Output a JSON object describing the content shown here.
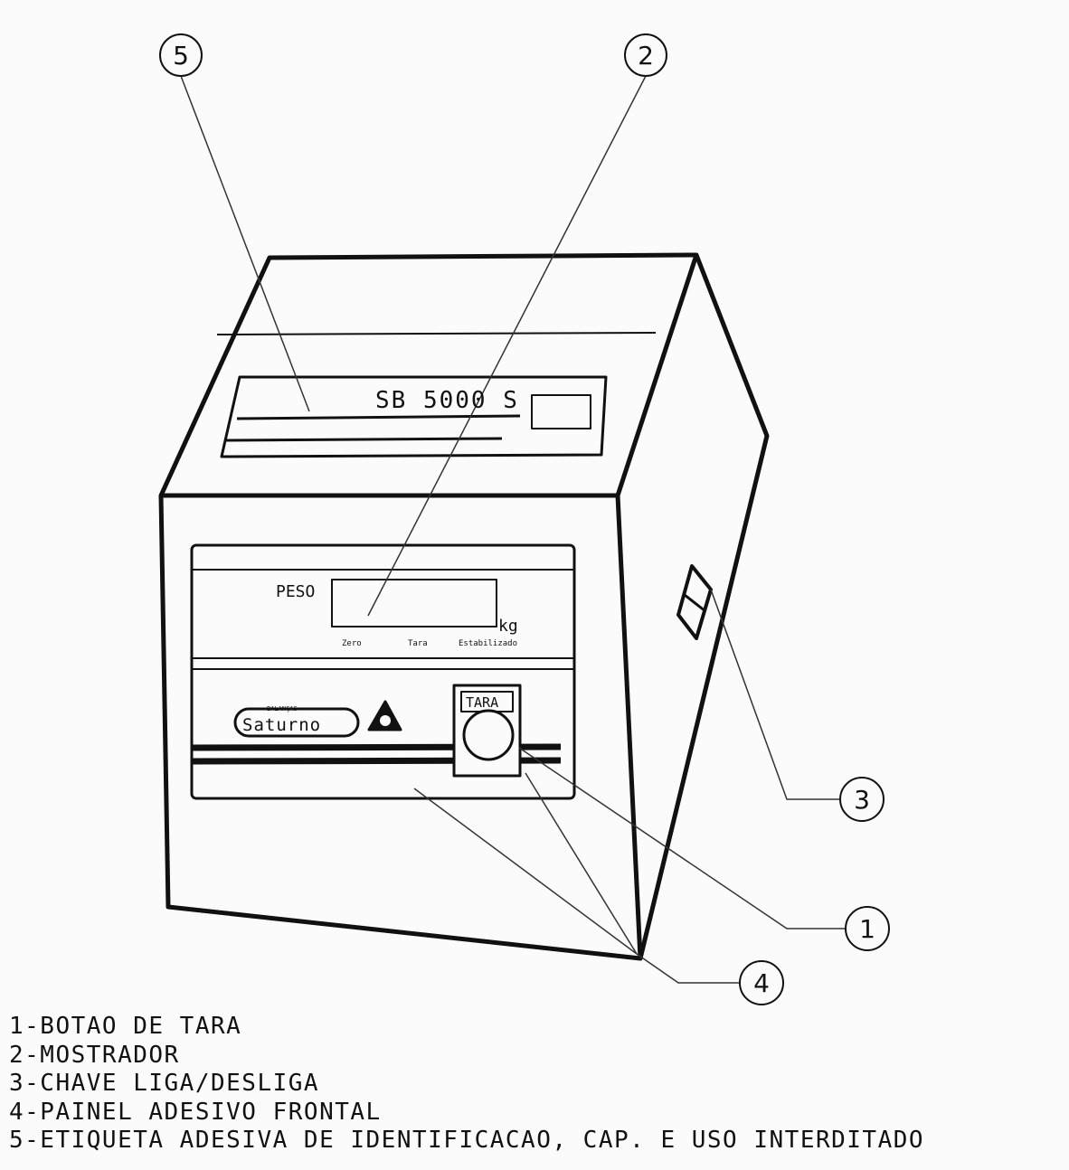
{
  "device": {
    "model": "SB 5000 S",
    "peso_label": "PESO",
    "unit": "kg",
    "indicators": [
      "Zero",
      "Tara",
      "Estabilizado"
    ],
    "tara_label": "TARA",
    "brand_top": "BALANÇAS",
    "brand": "Saturno"
  },
  "callouts": [
    "5",
    "2",
    "3",
    "1",
    "4"
  ],
  "legend": [
    "1-BOTAO DE TARA",
    "2-MOSTRADOR",
    "3-CHAVE LIGA/DESLIGA",
    "4-PAINEL ADESIVO FRONTAL",
    "5-ETIQUETA ADESIVA DE IDENTIFICACAO, CAP. E USO INTERDITADO"
  ]
}
